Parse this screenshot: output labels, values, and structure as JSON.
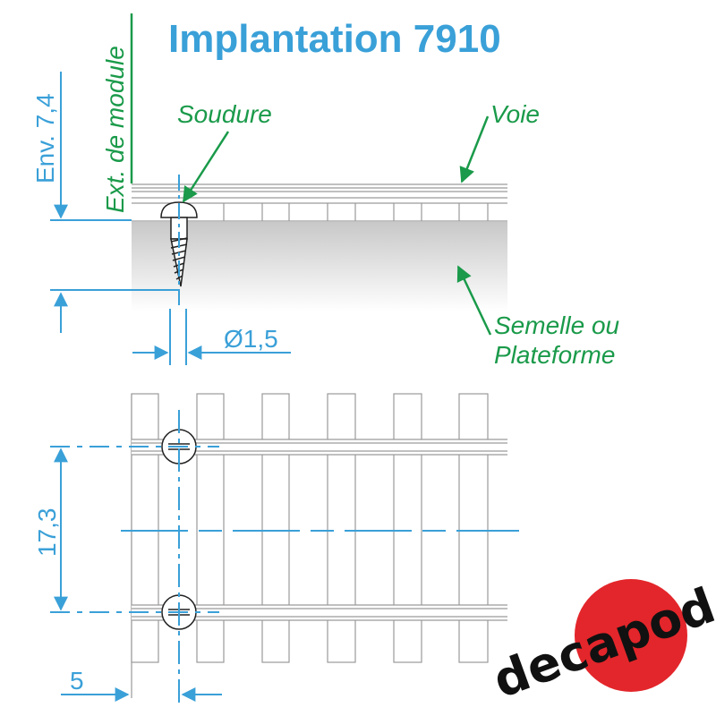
{
  "title": "Implantation 7910",
  "labels": {
    "soudure": "Soudure",
    "voie": "Voie",
    "semelle_line1": "Semelle ou",
    "semelle_line2": "Plateforme",
    "ext_module": "Ext. de module"
  },
  "dimensions": {
    "env": "Env. 7,4",
    "diameter": "Ø1,5",
    "spacing": "17,3",
    "offset": "5"
  },
  "logo": {
    "text": "decapod",
    "accent_color": "#e3262b"
  },
  "colors": {
    "title": "#3aa0d8",
    "dimension": "#3aa0d8",
    "annotation": "#1a9a4a",
    "drawing": "#9a9a9a"
  }
}
